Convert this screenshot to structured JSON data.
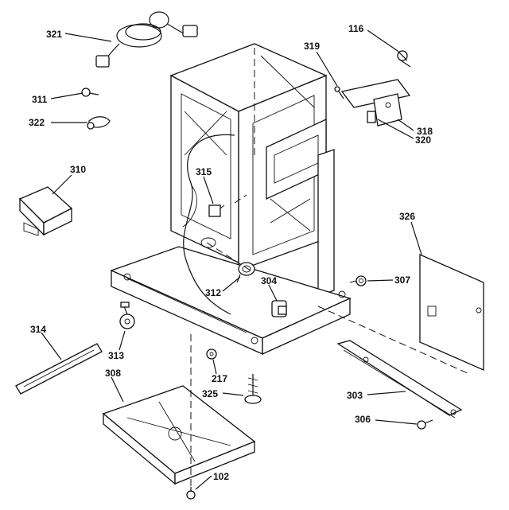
{
  "labels": {
    "p321": "321",
    "p116": "116",
    "p319": "319",
    "p311": "311",
    "p322": "322",
    "p318": "318",
    "p320": "320",
    "p310": "310",
    "p315": "315",
    "p326": "326",
    "p312": "312",
    "p304": "304",
    "p307": "307",
    "p314": "314",
    "p313": "313",
    "p217": "217",
    "p308": "308",
    "p325": "325",
    "p303": "303",
    "p306": "306",
    "p102": "102"
  }
}
